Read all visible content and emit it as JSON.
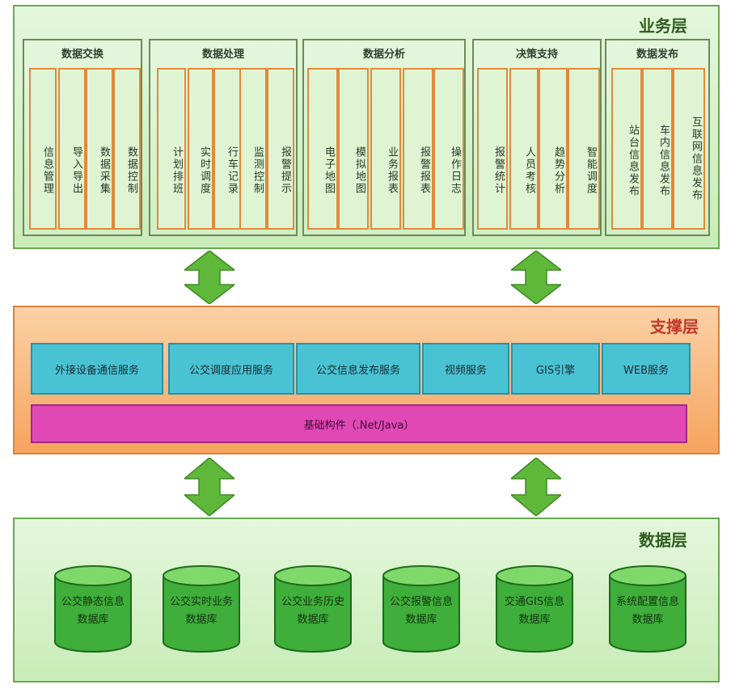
{
  "business_layer": {
    "title": "业务层",
    "groups": [
      {
        "title": "数据交换",
        "items": [
          "信息管理",
          "导入导出",
          "数据采集",
          "数据控制"
        ]
      },
      {
        "title": "数据处理",
        "items": [
          "计划排班",
          "实时调度",
          "行车记录",
          "监测控制",
          "报警提示"
        ]
      },
      {
        "title": "数据分析",
        "items": [
          "电子地图",
          "模拟地图",
          "业务报表",
          "报警报表",
          "操作日志"
        ]
      },
      {
        "title": "决策支持",
        "items": [
          "报警统计",
          "人员考核",
          "趋势分析",
          "智能调度"
        ]
      },
      {
        "title": "数据发布",
        "items": [
          "站台信息发布",
          "车内信息发布",
          "互联网信息发布"
        ]
      }
    ]
  },
  "support_layer": {
    "title": "支撑层",
    "services": [
      "外接设备通信服务",
      "公交调度应用服务",
      "公交信息发布服务",
      "视频服务",
      "GIS引擎",
      "WEB服务"
    ],
    "base": "基础构件（.Net/Java）"
  },
  "data_layer": {
    "title": "数据层",
    "databases": [
      "公交静态信息数据库",
      "公交实时业务数据库",
      "公交业务历史数据库",
      "公交报警信息数据库",
      "交通GIS信息数据库",
      "系统配置信息数据库"
    ]
  },
  "colors": {
    "green_panel": "#c9ecb9",
    "orange_panel": "#f6a45e",
    "service_blue": "#49c3d4",
    "base_magenta": "#e048b6",
    "arrow_green": "#5fb83a",
    "db_green": "#3fae3a"
  }
}
